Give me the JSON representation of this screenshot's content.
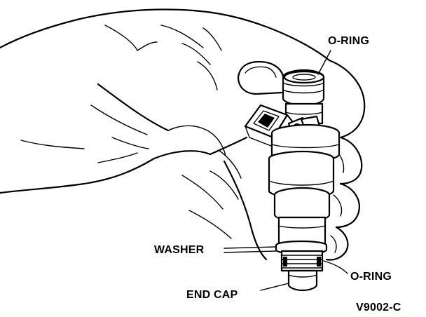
{
  "labels": {
    "o_ring_top": "O-RING",
    "washer": "WASHER",
    "o_ring_bottom": "O-RING",
    "end_cap": "END CAP",
    "figure_code": "V9002-C"
  },
  "colors": {
    "ink": "#000000",
    "paper": "#ffffff"
  }
}
